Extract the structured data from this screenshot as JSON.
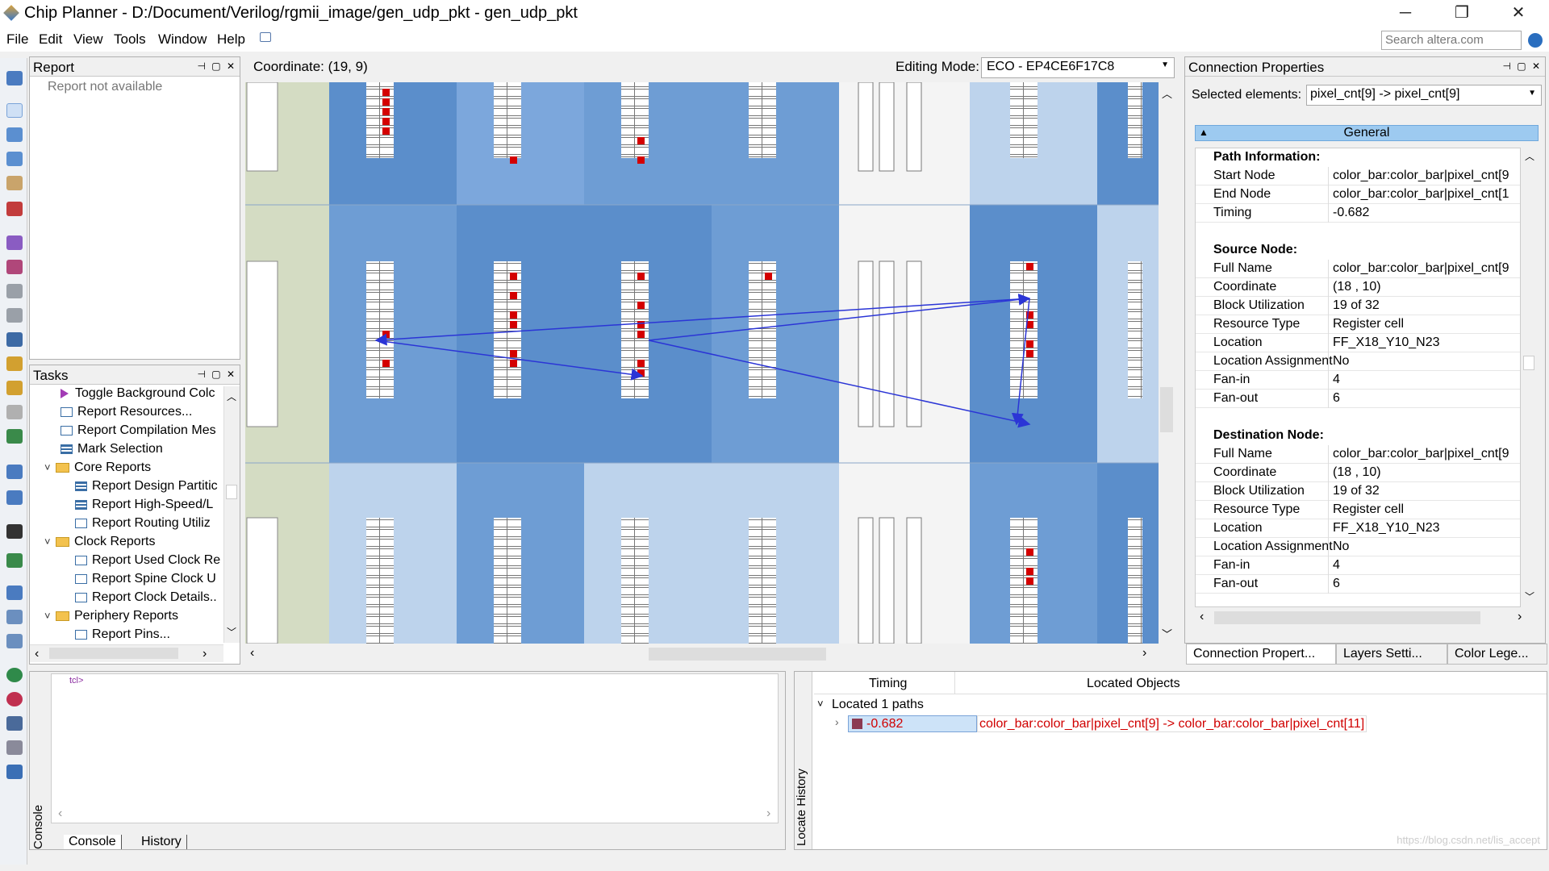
{
  "window": {
    "title": "Chip Planner - D:/Document/Verilog/rgmii_image/gen_udp_pkt - gen_udp_pkt",
    "minimize": "─",
    "restore": "❐",
    "close": "✕"
  },
  "menu": [
    "File",
    "Edit",
    "View",
    "Tools",
    "Window",
    "Help"
  ],
  "search": {
    "placeholder": "Search altera.com"
  },
  "report": {
    "title": "Report",
    "empty": "Report not available"
  },
  "tasks": {
    "title": "Tasks",
    "items": [
      {
        "label": "Toggle Background Colc",
        "kind": "action"
      },
      {
        "label": "Report Resources...",
        "kind": "report"
      },
      {
        "label": "Report Compilation Mes",
        "kind": "report"
      },
      {
        "label": "Mark Selection",
        "kind": "grid"
      },
      {
        "label": "Core Reports",
        "kind": "folder"
      },
      {
        "label": "Report Design Partitic",
        "kind": "grid"
      },
      {
        "label": "Report High-Speed/L",
        "kind": "grid"
      },
      {
        "label": "Report Routing Utiliz",
        "kind": "report"
      },
      {
        "label": "Clock Reports",
        "kind": "folder"
      },
      {
        "label": "Report Used Clock Re",
        "kind": "report"
      },
      {
        "label": "Report Spine Clock U",
        "kind": "report"
      },
      {
        "label": "Report Clock Details..",
        "kind": "report"
      },
      {
        "label": "Periphery Reports",
        "kind": "folder"
      },
      {
        "label": "Report Pins...",
        "kind": "report"
      }
    ]
  },
  "canvasbar": {
    "coordinate": "Coordinate: (19, 9)",
    "mode_label": "Editing Mode:",
    "mode_value": "ECO - EP4CE6F17C8"
  },
  "props": {
    "title": "Connection Properties",
    "selected_label": "Selected elements:",
    "selected_value": "pixel_cnt[9] -> pixel_cnt[9]",
    "section": "General",
    "path_header": "Path Information:",
    "path": [
      [
        "Start Node",
        "color_bar:color_bar|pixel_cnt[9"
      ],
      [
        "End Node",
        "color_bar:color_bar|pixel_cnt[1"
      ],
      [
        "Timing",
        "-0.682"
      ]
    ],
    "src_header": "Source Node:",
    "src": [
      [
        "Full Name",
        "color_bar:color_bar|pixel_cnt[9"
      ],
      [
        "Coordinate",
        "(18 , 10)"
      ],
      [
        "Block Utilization",
        "19 of 32"
      ],
      [
        "Resource Type",
        "Register cell"
      ],
      [
        "Location",
        "FF_X18_Y10_N23"
      ],
      [
        "Location Assignment",
        "No"
      ],
      [
        "Fan-in",
        "4"
      ],
      [
        "Fan-out",
        "6"
      ]
    ],
    "dst_header": "Destination Node:",
    "dst": [
      [
        "Full Name",
        "color_bar:color_bar|pixel_cnt[9"
      ],
      [
        "Coordinate",
        "(18 , 10)"
      ],
      [
        "Block Utilization",
        "19 of 32"
      ],
      [
        "Resource Type",
        "Register cell"
      ],
      [
        "Location",
        "FF_X18_Y10_N23"
      ],
      [
        "Location Assignment",
        "No"
      ],
      [
        "Fan-in",
        "4"
      ],
      [
        "Fan-out",
        "6"
      ]
    ]
  },
  "righttabs": [
    "Connection Propert...",
    "Layers Setti...",
    "Color Lege..."
  ],
  "console": {
    "prompt": "tcl>",
    "side": "Console",
    "tabs": [
      "Console",
      "History"
    ]
  },
  "locate": {
    "side": "Locate History",
    "col_timing": "Timing",
    "col_objects": "Located Objects",
    "group": "Located 1 paths",
    "timing": "-0.682",
    "object": "color_bar:color_bar|pixel_cnt[9] -> color_bar:color_bar|pixel_cnt[11]"
  },
  "watermark": "https://blog.csdn.net/lis_accept",
  "colors": {
    "dark": "#5b8ecb",
    "mid": "#6e9dd4",
    "light": "#bdd3ec",
    "green": "#d4dcc3",
    "reg": "#d40000",
    "path": "#2b35d6"
  }
}
